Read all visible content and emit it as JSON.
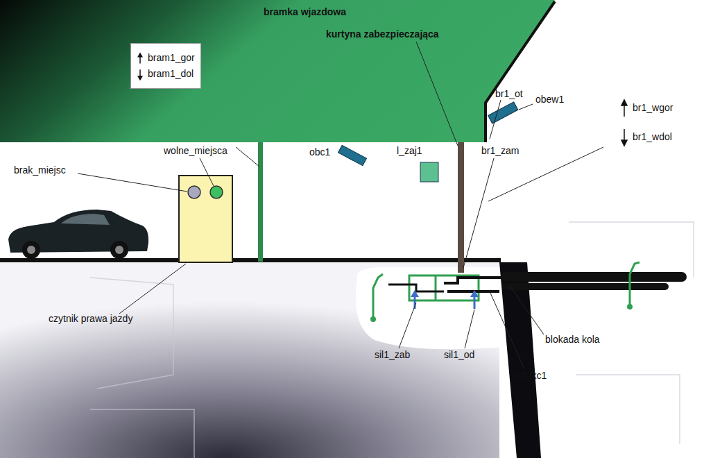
{
  "diagram": {
    "nodes": [
      {
        "text": [
          "bram1_gor",
          "bram1_dol"
        ]
      }
    ],
    "labels": [
      "bramka wjazdowa",
      "kurtyna zabezpieczająca",
      "br1_ot",
      "obew1",
      "br1_wgor",
      "br1_wdol",
      "brak_miejsc",
      "wolne_miejsca",
      "obc1",
      "l_zaj1",
      "br1_zam",
      "czytnik prawa jazdy",
      "sil1_zab",
      "sil1_od",
      "blokada kola",
      "indukc1"
    ]
  }
}
